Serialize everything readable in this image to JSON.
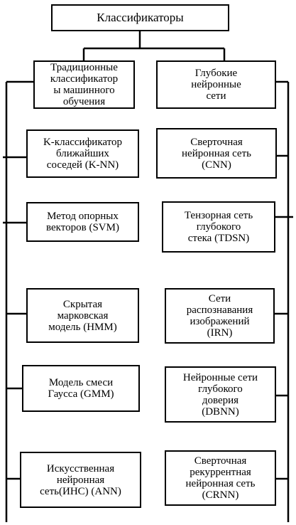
{
  "root": "Классификаторы",
  "left_column": {
    "title": "Традиционные\nклассификатор\nы машинного\nобучения",
    "items": [
      "K-классификатор\nближайших\nсоседей (K-NN)",
      "Метод опорных\nвекторов (SVM)",
      "Скрытая\nмарковская\nмодель (HMM)",
      "Модель смеси\nГаусса (GMM)",
      "Искусственная\nнейронная\nсеть(ИНС) (ANN)"
    ]
  },
  "right_column": {
    "title": "Глубокие\nнейронные\nсети",
    "items": [
      "Сверточная\nнейронная сеть\n(CNN)",
      "Тензорная сеть\nглубокого\nстека (TDSN)",
      "Сети\nраспознавания\nизображений\n(IRN)",
      "Нейронные сети\nглубокого\nдоверия\n(DBNN)",
      "Сверточная\nрекуррентная\nнейронная сеть\n(CRNN)"
    ]
  }
}
